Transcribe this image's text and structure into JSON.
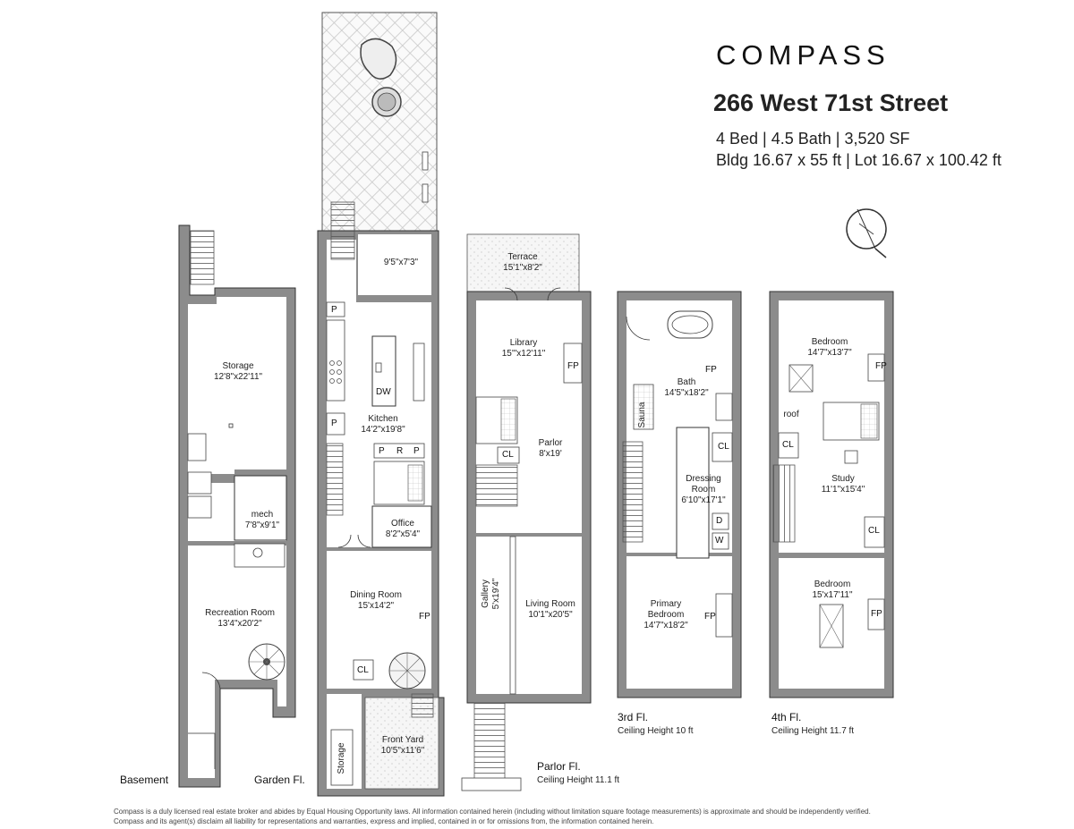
{
  "brand": {
    "logo": "COMPASS"
  },
  "listing": {
    "address": "266 West 71st Street",
    "summary": "4 Bed | 4.5 Bath | 3,520 SF",
    "dimensions": "Bldg 16.67 x 55 ft | Lot 16.67 x 100.42 ft"
  },
  "floors": {
    "basement": {
      "label": "Basement"
    },
    "garden": {
      "label": "Garden Fl."
    },
    "parlor": {
      "label": "Parlor Fl.",
      "ceiling": "Ceiling Height 11.1 ft"
    },
    "third": {
      "label": "3rd Fl.",
      "ceiling": "Ceiling Height 10 ft"
    },
    "fourth": {
      "label": "4th Fl.",
      "ceiling": "Ceiling Height 11.7 ft"
    }
  },
  "rooms": {
    "storage_basement": {
      "name": "Storage",
      "size": "12'8\"x22'11\""
    },
    "mech": {
      "name": "mech",
      "size": "7'8\"x9'1\""
    },
    "recreation": {
      "name": "Recreation Room",
      "size": "13'4\"x20'2\""
    },
    "garden_top": {
      "size": "9'5\"x7'3\""
    },
    "kitchen": {
      "name": "Kitchen",
      "size": "14'2\"x19'8\""
    },
    "office": {
      "name": "Office",
      "size": "8'2\"x5'4\""
    },
    "dining": {
      "name": "Dining Room",
      "size": "15'x14'2\""
    },
    "front_yard": {
      "name": "Front Yard",
      "size": "10'5\"x11'6\""
    },
    "storage_garden": {
      "name": "Storage"
    },
    "terrace": {
      "name": "Terrace",
      "size": "15'1\"x8'2\""
    },
    "library": {
      "name": "Library",
      "size": "15'\"x12'11\""
    },
    "parlor": {
      "name": "Parlor",
      "size": "8'x19'"
    },
    "gallery": {
      "name": "Gallery",
      "size": "5'x19'4\""
    },
    "living": {
      "name": "Living Room",
      "size": "10'1\"x20'5\""
    },
    "bath": {
      "name": "Bath",
      "size": "14'5\"x18'2\""
    },
    "sauna": {
      "name": "Sauna"
    },
    "dressing": {
      "name": "Dressing",
      "name2": "Room",
      "size": "6'10\"x17'1\""
    },
    "primary": {
      "name": "Primary",
      "name2": "Bedroom",
      "size": "14'7\"x18'2\""
    },
    "bed4_top": {
      "name": "Bedroom",
      "size": "14'7\"x13'7\""
    },
    "roof": {
      "name": "roof"
    },
    "study": {
      "name": "Study",
      "size": "11'1\"x15'4\""
    },
    "bed4_bottom": {
      "name": "Bedroom",
      "size": "15'x17'11\""
    }
  },
  "tags": {
    "fp": "FP",
    "cl": "CL",
    "dw": "DW",
    "p": "P",
    "r": "R",
    "d": "D",
    "w": "W"
  },
  "disclaimer": {
    "line1": "Compass is a duly licensed real estate broker and abides by Equal Housing Opportunity laws.  All information contained herein (including without limitation square footage measurements) is approximate and should be independently verified.",
    "line2": "Compass and its agent(s) disclaim all liability for representations and warranties, express and implied, contained in or for omissions from, the information contained herein."
  },
  "colors": {
    "wall": "#8c8c8c",
    "stroke": "#333333",
    "hatch": "#bbbbbb"
  }
}
